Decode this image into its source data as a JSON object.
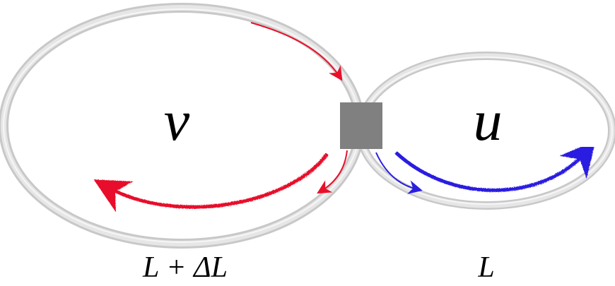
{
  "loops": {
    "left": {
      "symbol": "v",
      "length_label": "L + ΔL"
    },
    "right": {
      "symbol": "u",
      "length_label": "L"
    }
  },
  "colors": {
    "ring": "#d4d4d4",
    "ring_highlight": "#f2f2f2",
    "junction": "#808080",
    "red_arrow": "#e8102a",
    "blue_arrow": "#2a1fe0"
  }
}
